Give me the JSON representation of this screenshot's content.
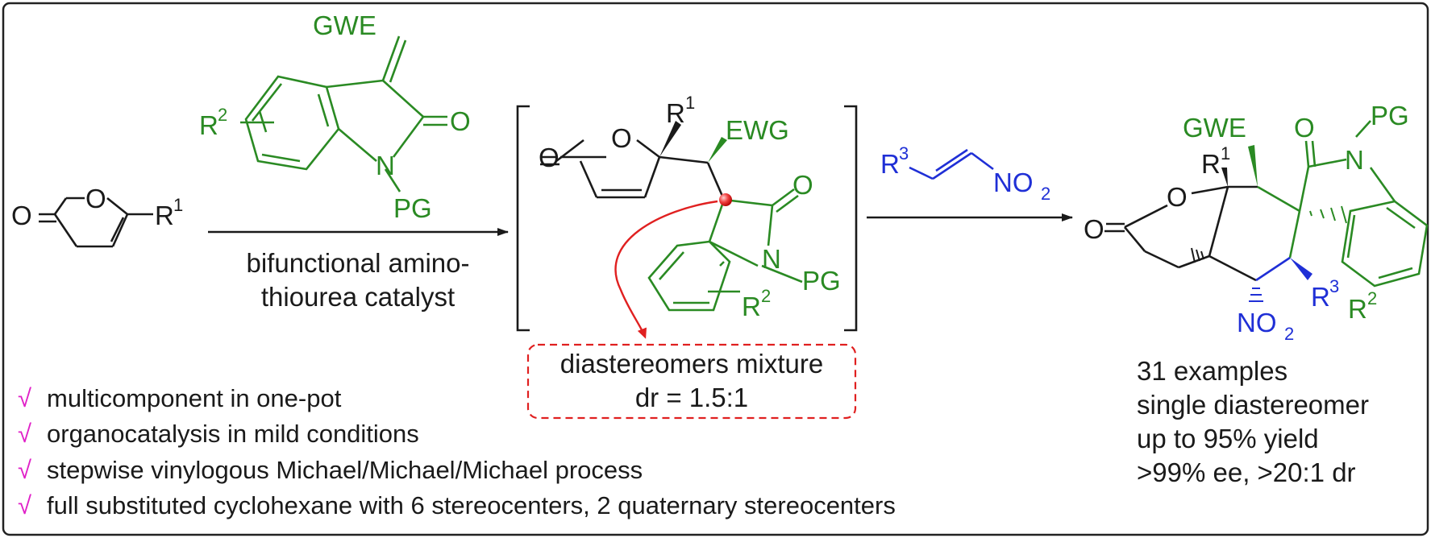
{
  "colors": {
    "black": "#1a1a1a",
    "green": "#2a8a23",
    "blue": "#1f2fd6",
    "red": "#e02020",
    "magenta": "#e020c8",
    "frame": "#222222"
  },
  "reactant1": {
    "carbonyl_o": "O",
    "ring_o": "O",
    "substituent": "R",
    "substituent_sup": "1"
  },
  "reagent": {
    "gwe": "GWE",
    "r2": "R",
    "r2_sup": "2",
    "carbonyl_o": "O",
    "n": "N",
    "pg": "PG"
  },
  "arrow1": {
    "line1": "bifunctional amino-",
    "line2": "thiourea catalyst"
  },
  "intermediate": {
    "carbonyl_o": "O",
    "ring_o": "O",
    "r1": "R",
    "r1_sup": "1",
    "ewg": "EWG",
    "ox_o": "O",
    "n": "N",
    "pg": "PG",
    "r2": "R",
    "r2_sup": "2"
  },
  "mixture_box": {
    "line1": "diastereomers mixture",
    "line2": "dr = 1.5:1"
  },
  "nitroalkene": {
    "r3": "R",
    "r3_sup": "3",
    "no2": "NO",
    "no2_sub": "2"
  },
  "product": {
    "gwe": "GWE",
    "ox_o": "O",
    "pg": "PG",
    "r1": "R",
    "r1_sup": "1",
    "n": "N",
    "ring_o": "O",
    "carbonyl_o": "O",
    "r3": "R",
    "r3_sup": "3",
    "no2": "NO",
    "no2_sub": "2",
    "r2": "R",
    "r2_sup": "2"
  },
  "results": [
    "31 examples",
    "single diastereomer",
    "up to 95% yield",
    ">99% ee, >20:1 dr"
  ],
  "features": {
    "check": "√",
    "items": [
      "multicomponent in one-pot",
      "organocatalysis in mild conditions",
      "stepwise vinylogous Michael/Michael/Michael process",
      "full substituted cyclohexane with 6 stereocenters, 2 quaternary stereocenters"
    ]
  }
}
